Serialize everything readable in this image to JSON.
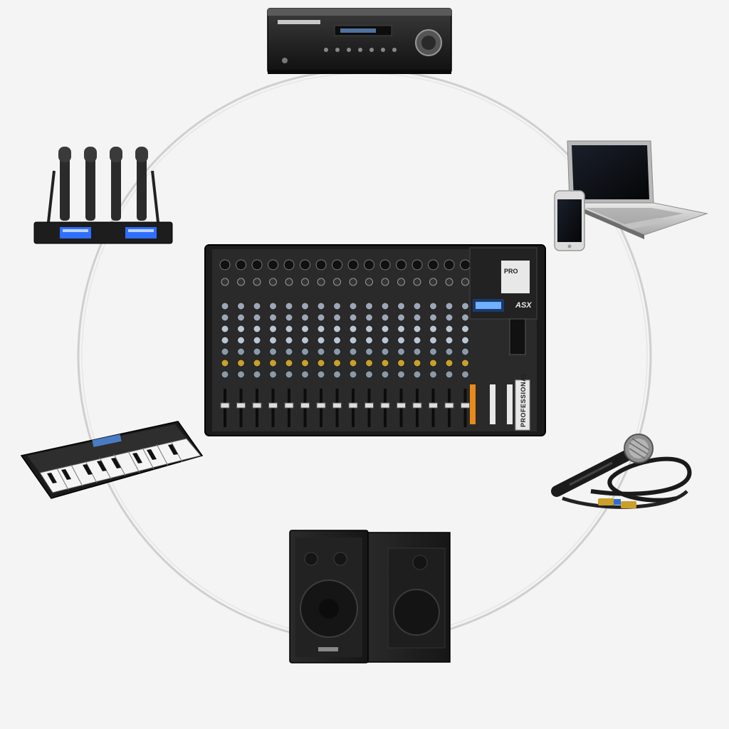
{
  "diagram": {
    "hub": {
      "device": "audio-mixer-console",
      "brand": "ASX",
      "badge": "PRO",
      "side_label": "PROFESSIONAL"
    },
    "peripherals": [
      {
        "device": "av-receiver-amplifier"
      },
      {
        "device": "laptop-and-smartphone"
      },
      {
        "device": "wired-microphone-with-cable"
      },
      {
        "device": "passive-speaker-pair"
      },
      {
        "device": "electronic-keyboard"
      },
      {
        "device": "wireless-microphone-system"
      }
    ],
    "connection_ring": {
      "color": "#c8c8c8",
      "style": "thin-circle"
    }
  },
  "colors": {
    "background": "#f4f4f4",
    "device_dark": "#1b1b1b",
    "device_mid": "#3a3a3a",
    "lcd_blue": "#2f6fff",
    "fader_orange": "#e88a1a",
    "knob_grey": "#8a9aa8"
  },
  "icons": [
    "receiver-icon",
    "laptop-icon",
    "smartphone-icon",
    "microphone-icon",
    "speaker-icon",
    "keyboard-icon",
    "wireless-mic-icon",
    "mixer-icon"
  ]
}
